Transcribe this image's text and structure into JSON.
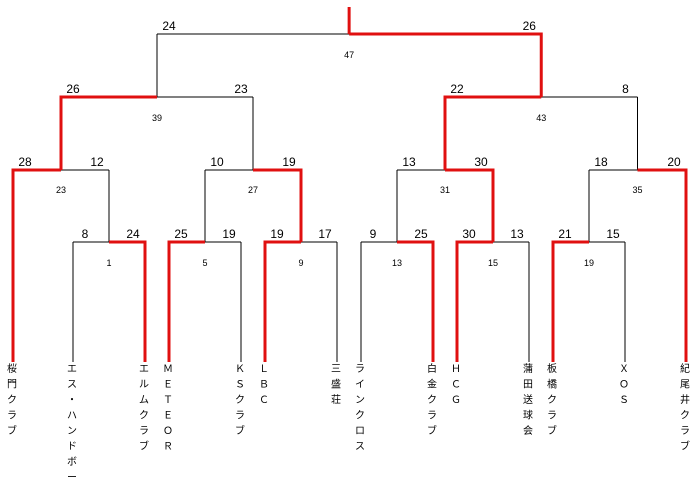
{
  "teams": [
    "桜門クラブ",
    "エス・ハンドボール",
    "エルムクラブ",
    "ＭＥＴＥＯＲ",
    "ＫＳクラブ",
    "ＬＢＣ",
    "三盛荘",
    "ラインクロス",
    "白金クラブ",
    "ＨＣＧ",
    "蒲田送球会",
    "板橋クラブ",
    "ＸＯＳ",
    "紀尾井クラブ"
  ],
  "matches": [
    {
      "no": "1",
      "left_score": "8",
      "right_score": "24",
      "winner": "right"
    },
    {
      "no": "5",
      "left_score": "25",
      "right_score": "19",
      "winner": "left"
    },
    {
      "no": "9",
      "left_score": "19",
      "right_score": "17",
      "winner": "left"
    },
    {
      "no": "13",
      "left_score": "9",
      "right_score": "25",
      "winner": "right"
    },
    {
      "no": "15",
      "left_score": "30",
      "right_score": "13",
      "winner": "left"
    },
    {
      "no": "19",
      "left_score": "21",
      "right_score": "15",
      "winner": "left"
    },
    {
      "no": "23",
      "left_score": "28",
      "right_score": "12",
      "winner": "left"
    },
    {
      "no": "27",
      "left_score": "10",
      "right_score": "19",
      "winner": "right"
    },
    {
      "no": "31",
      "left_score": "13",
      "right_score": "30",
      "winner": "right"
    },
    {
      "no": "35",
      "left_score": "18",
      "right_score": "20",
      "winner": "right"
    },
    {
      "no": "39",
      "left_score": "26",
      "right_score": "23",
      "winner": "left"
    },
    {
      "no": "43",
      "left_score": "22",
      "right_score": "8",
      "winner": "left"
    },
    {
      "no": "47",
      "left_score": "24",
      "right_score": "26",
      "winner": "right"
    }
  ],
  "colors": {
    "line": "#000000",
    "winner_path": "#e01010"
  }
}
